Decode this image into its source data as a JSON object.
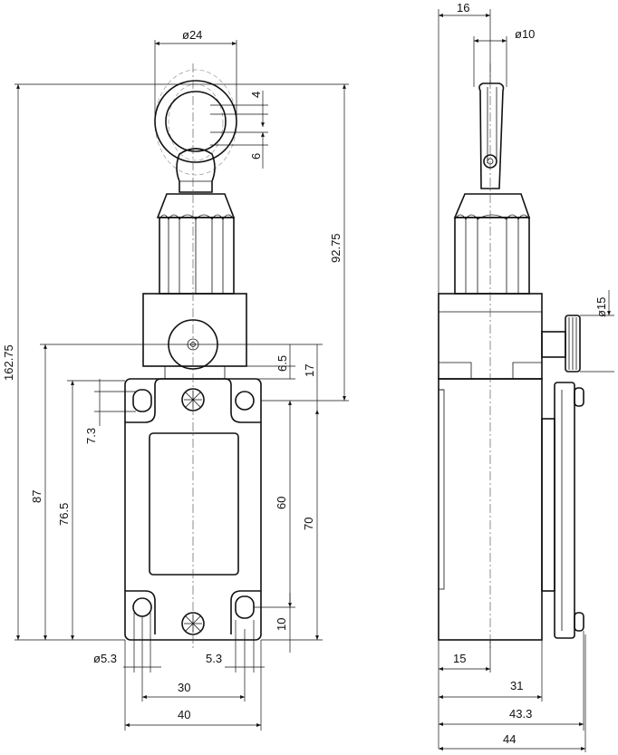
{
  "front_view": {
    "dim_top_diameter": "ø24",
    "dim_ring_4": "4",
    "dim_ring_6": "6",
    "dim_height_total": "162.75",
    "dim_height_92": "92.75",
    "dim_87": "87",
    "dim_76": "76.5",
    "dim_7_3": "7.3",
    "dim_6_5": "6.5",
    "dim_17": "17",
    "dim_60": "60",
    "dim_70": "70",
    "dim_10": "10",
    "dim_hole_left": "ø5.3",
    "dim_hole_right": "5.3",
    "dim_30": "30",
    "dim_40": "40"
  },
  "side_view": {
    "dim_16": "16",
    "dim_diam_10": "ø10",
    "dim_diam_15": "ø15",
    "dim_15": "15",
    "dim_31": "31",
    "dim_43_3": "43.3",
    "dim_44": "44"
  }
}
